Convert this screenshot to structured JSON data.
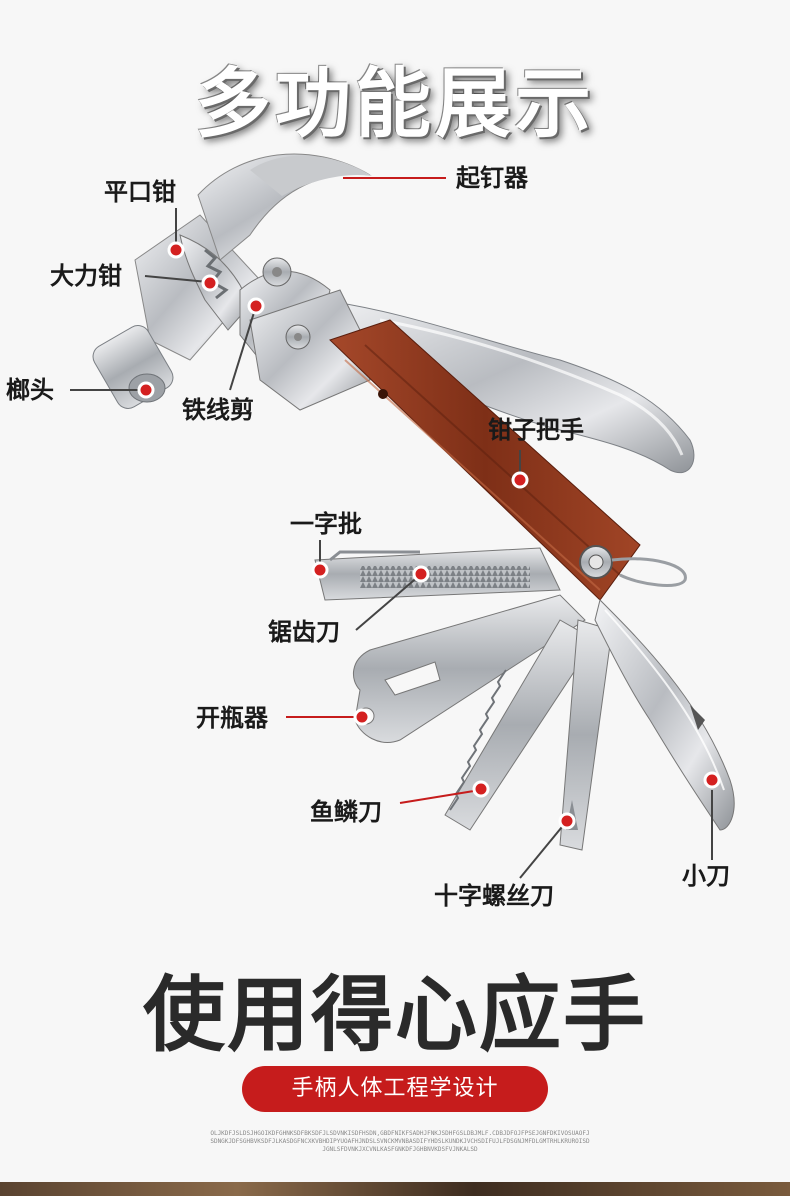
{
  "title": "多功能展示",
  "labels": {
    "nail_puller": "起钉器",
    "flat_pliers": "平口钳",
    "power_pliers": "大力钳",
    "hammer_head": "榔头",
    "wire_cutter": "铁线剪",
    "plier_handle": "钳子把手",
    "flat_screwdriver": "一字批",
    "serrated_knife": "锯齿刀",
    "bottle_opener": "开瓶器",
    "scale_knife": "鱼鳞刀",
    "phillips_screwdriver": "十字螺丝刀",
    "small_knife": "小刀"
  },
  "slogan": "使用得心应手",
  "subtitle": "手柄人体工程学设计",
  "fine_print": "OLJKDFJSLDSJHGOIKDFGHNKSDFBKSDFJLSDVNKISDFHSDN,GBDFNIKFSADHJFNKJSDHFGSLDBJMLF.CDBJDFOJFPSEJGNFDKIVOSUAOFJSDNGKJDFSGHBVKSDFJLKASDGFNCXKVBHDIPYUOAFHJNDSLSVNCKMVNBASDIFYHDSLKUNDKJVCHSDIFUJLFDSGNJMFDLGMTRHLKRUROISDJGNLSFDVNKJXCVNLKASFGNKDFJGHBNVKDSFVJNKALSD",
  "colors": {
    "accent": "#c61c1c",
    "dot": "#d42020",
    "wood": "#8e3b1e",
    "steel": "#c9ccd0"
  }
}
